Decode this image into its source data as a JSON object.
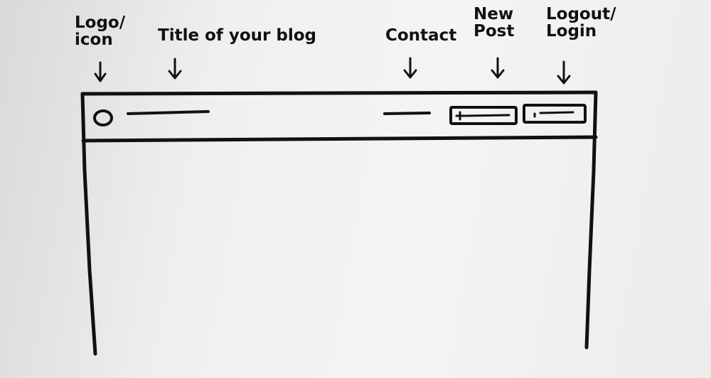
{
  "annotations": {
    "logo": "Logo/\nicon",
    "title": "Title of your blog",
    "contact": "Contact",
    "new_post": "New\nPost",
    "logout": "Logout/\nLogin"
  },
  "colors": {
    "ink": "#111111",
    "paper": "#f1f1ef"
  }
}
